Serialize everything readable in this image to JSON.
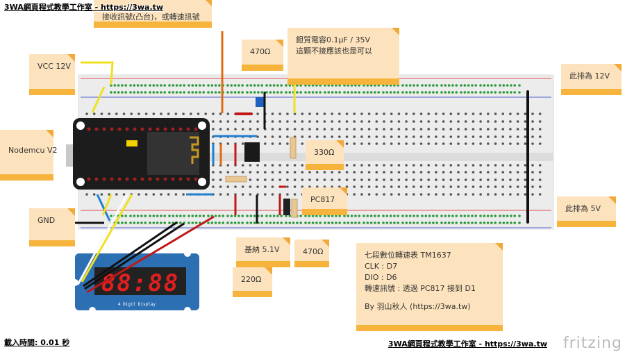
{
  "header_overlay": "3WA網頁程式教學工作室 - https://3wa.tw",
  "footer": {
    "load_time": "載入時間: 0.01 秒",
    "site": "3WA網頁程式教學工作室 - https://3wa.tw",
    "logo": "fritzing"
  },
  "notes": {
    "signal": "接收訊號(凸台)，或轉速訊號",
    "vcc": "VCC 12V",
    "nodemcu": "Nodemcu V2",
    "gnd": "GND",
    "r470_top": "470Ω",
    "capacitor": [
      "鉭質電容0.1μF / 35V",
      "這顆不接應該也是可以"
    ],
    "rail12v": "此排為 12V",
    "r330": "330Ω",
    "pc817": "PC817",
    "rail5v": "此排為 5V",
    "zener": "基納 5.1V",
    "r470_bottom": "470Ω",
    "r220": "220Ω",
    "main": [
      "七段數位轉速表 TM1637",
      "CLK : D7",
      "DIO : D6",
      "轉速訊號 : 透過 PC817 接到 D1",
      "",
      "By 羽山秋人 (https://3wa.tw)"
    ]
  },
  "display": {
    "label": "4 Digit Display",
    "digits": "88:88"
  },
  "colors": {
    "note_bg": "#fde3bd",
    "note_bar": "#f6b43c",
    "board": "#1c1c1c",
    "display_board": "#2d6fb3",
    "segment": "#e02020"
  }
}
